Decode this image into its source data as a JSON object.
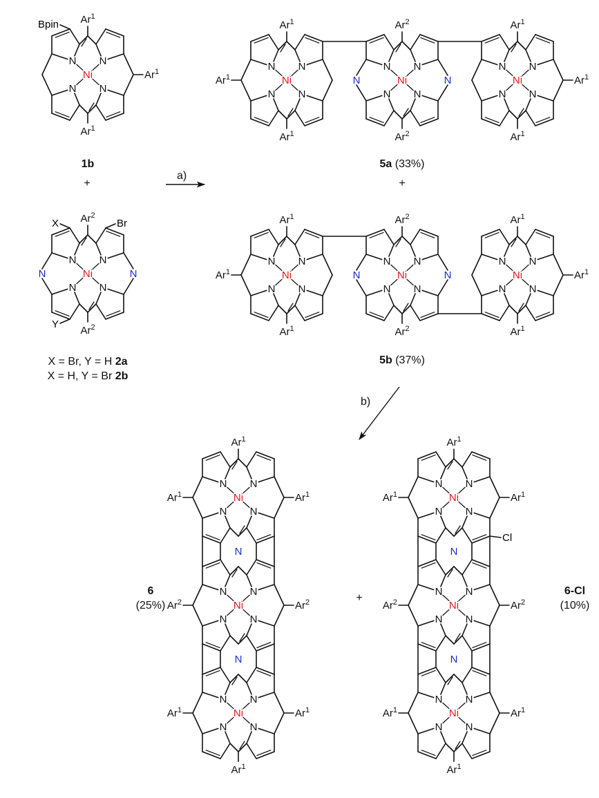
{
  "colors": {
    "nickel": "#e8141b",
    "meso_nitrogen": "#1a2ec4",
    "ink": "#111111"
  },
  "atoms": {
    "nickel": "Ni",
    "nitrogen": "N",
    "bpin": "Bpin",
    "bromine": "Br",
    "chlorine": "Cl",
    "x_sub": "X",
    "y_sub": "Y"
  },
  "substituents": {
    "ar": "Ar",
    "sup1": "1",
    "sup2": "2"
  },
  "compounds": {
    "c1b": {
      "bold": "1b",
      "yield": ""
    },
    "c2a": {
      "text": "X = Br, Y = H",
      "bold": "2a"
    },
    "c2b": {
      "text": "X = H, Y = Br",
      "bold": "2b"
    },
    "c5a": {
      "bold": "5a",
      "yield": "(33%)"
    },
    "c5b": {
      "bold": "5b",
      "yield": "(37%)"
    },
    "c6": {
      "bold": "6",
      "yield": "(25%)"
    },
    "c6cl": {
      "bold": "6-Cl",
      "yield": "(10%)"
    }
  },
  "plus": "+",
  "steps": {
    "a": "a)",
    "b": "b)"
  }
}
